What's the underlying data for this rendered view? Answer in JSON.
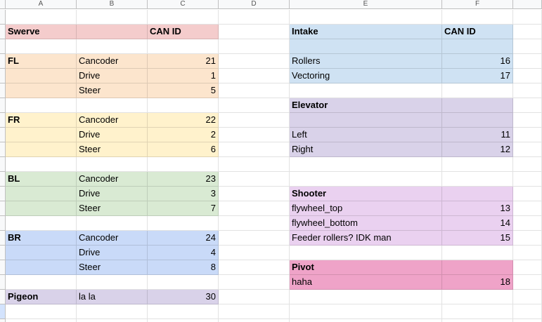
{
  "columns": [
    "A",
    "B",
    "C",
    "D",
    "E",
    "F",
    ""
  ],
  "colors": {
    "swerve_header": "#f4cccc",
    "fl": "#fce5cd",
    "fr": "#fff2cc",
    "bl": "#d9ead3",
    "br": "#c9daf8",
    "pigeon": "#d9d2e9",
    "intake": "#cfe2f3",
    "elevator": "#d9d2e9",
    "shooter": "#ead1f0",
    "pivot": "#efa3c8"
  },
  "cells": [
    {
      "r": 1,
      "c": 0,
      "text": "Swerve",
      "bold": true,
      "bg": "swerve_header"
    },
    {
      "r": 1,
      "c": 1,
      "text": "",
      "bg": "swerve_header"
    },
    {
      "r": 1,
      "c": 2,
      "text": "CAN ID",
      "bold": true,
      "bg": "swerve_header"
    },
    {
      "r": 1,
      "c": 4,
      "text": "Intake",
      "bold": true,
      "bg": "intake"
    },
    {
      "r": 1,
      "c": 5,
      "text": "CAN ID",
      "bold": true,
      "bg": "intake"
    },
    {
      "r": 2,
      "c": 4,
      "text": "",
      "bg": "intake"
    },
    {
      "r": 2,
      "c": 5,
      "text": "",
      "bg": "intake"
    },
    {
      "r": 3,
      "c": 0,
      "text": "FL",
      "bold": true,
      "bg": "fl"
    },
    {
      "r": 3,
      "c": 1,
      "text": "Cancoder",
      "bg": "fl"
    },
    {
      "r": 3,
      "c": 2,
      "text": "21",
      "num": true,
      "bg": "fl"
    },
    {
      "r": 3,
      "c": 4,
      "text": "Rollers",
      "bg": "intake"
    },
    {
      "r": 3,
      "c": 5,
      "text": "16",
      "num": true,
      "bg": "intake"
    },
    {
      "r": 4,
      "c": 0,
      "text": "",
      "bg": "fl"
    },
    {
      "r": 4,
      "c": 1,
      "text": "Drive",
      "bg": "fl"
    },
    {
      "r": 4,
      "c": 2,
      "text": "1",
      "num": true,
      "bg": "fl"
    },
    {
      "r": 4,
      "c": 4,
      "text": "Vectoring",
      "bg": "intake"
    },
    {
      "r": 4,
      "c": 5,
      "text": "17",
      "num": true,
      "bg": "intake"
    },
    {
      "r": 5,
      "c": 0,
      "text": "",
      "bg": "fl"
    },
    {
      "r": 5,
      "c": 1,
      "text": "Steer",
      "bg": "fl"
    },
    {
      "r": 5,
      "c": 2,
      "text": "5",
      "num": true,
      "bg": "fl"
    },
    {
      "r": 6,
      "c": 4,
      "text": "Elevator",
      "bold": true,
      "bg": "elevator"
    },
    {
      "r": 6,
      "c": 5,
      "text": "",
      "bg": "elevator"
    },
    {
      "r": 7,
      "c": 0,
      "text": "FR",
      "bold": true,
      "bg": "fr"
    },
    {
      "r": 7,
      "c": 1,
      "text": "Cancoder",
      "bg": "fr"
    },
    {
      "r": 7,
      "c": 2,
      "text": "22",
      "num": true,
      "bg": "fr"
    },
    {
      "r": 7,
      "c": 4,
      "text": "",
      "bg": "elevator"
    },
    {
      "r": 7,
      "c": 5,
      "text": "",
      "bg": "elevator"
    },
    {
      "r": 8,
      "c": 0,
      "text": "",
      "bg": "fr"
    },
    {
      "r": 8,
      "c": 1,
      "text": "Drive",
      "bg": "fr"
    },
    {
      "r": 8,
      "c": 2,
      "text": "2",
      "num": true,
      "bg": "fr"
    },
    {
      "r": 8,
      "c": 4,
      "text": "Left",
      "bg": "elevator"
    },
    {
      "r": 8,
      "c": 5,
      "text": "11",
      "num": true,
      "bg": "elevator"
    },
    {
      "r": 9,
      "c": 0,
      "text": "",
      "bg": "fr"
    },
    {
      "r": 9,
      "c": 1,
      "text": "Steer",
      "bg": "fr"
    },
    {
      "r": 9,
      "c": 2,
      "text": "6",
      "num": true,
      "bg": "fr"
    },
    {
      "r": 9,
      "c": 4,
      "text": "Right",
      "bg": "elevator"
    },
    {
      "r": 9,
      "c": 5,
      "text": "12",
      "num": true,
      "bg": "elevator"
    },
    {
      "r": 11,
      "c": 0,
      "text": "BL",
      "bold": true,
      "bg": "bl"
    },
    {
      "r": 11,
      "c": 1,
      "text": "Cancoder",
      "bg": "bl"
    },
    {
      "r": 11,
      "c": 2,
      "text": "23",
      "num": true,
      "bg": "bl"
    },
    {
      "r": 12,
      "c": 0,
      "text": "",
      "bg": "bl"
    },
    {
      "r": 12,
      "c": 1,
      "text": "Drive",
      "bg": "bl"
    },
    {
      "r": 12,
      "c": 2,
      "text": "3",
      "num": true,
      "bg": "bl"
    },
    {
      "r": 12,
      "c": 4,
      "text": "Shooter",
      "bold": true,
      "bg": "shooter"
    },
    {
      "r": 12,
      "c": 5,
      "text": "",
      "bg": "shooter"
    },
    {
      "r": 13,
      "c": 0,
      "text": "",
      "bg": "bl"
    },
    {
      "r": 13,
      "c": 1,
      "text": "Steer",
      "bg": "bl"
    },
    {
      "r": 13,
      "c": 2,
      "text": "7",
      "num": true,
      "bg": "bl"
    },
    {
      "r": 13,
      "c": 4,
      "text": "flywheel_top",
      "bg": "shooter"
    },
    {
      "r": 13,
      "c": 5,
      "text": "13",
      "num": true,
      "bg": "shooter"
    },
    {
      "r": 14,
      "c": 4,
      "text": "flywheel_bottom",
      "bg": "shooter"
    },
    {
      "r": 14,
      "c": 5,
      "text": "14",
      "num": true,
      "bg": "shooter"
    },
    {
      "r": 15,
      "c": 0,
      "text": "BR",
      "bold": true,
      "bg": "br"
    },
    {
      "r": 15,
      "c": 1,
      "text": "Cancoder",
      "bg": "br"
    },
    {
      "r": 15,
      "c": 2,
      "text": "24",
      "num": true,
      "bg": "br"
    },
    {
      "r": 15,
      "c": 4,
      "text": "Feeder rollers? IDK man",
      "bg": "shooter"
    },
    {
      "r": 15,
      "c": 5,
      "text": "15",
      "num": true,
      "bg": "shooter"
    },
    {
      "r": 16,
      "c": 0,
      "text": "",
      "bg": "br"
    },
    {
      "r": 16,
      "c": 1,
      "text": "Drive",
      "bg": "br"
    },
    {
      "r": 16,
      "c": 2,
      "text": "4",
      "num": true,
      "bg": "br"
    },
    {
      "r": 17,
      "c": 0,
      "text": "",
      "bg": "br"
    },
    {
      "r": 17,
      "c": 1,
      "text": "Steer",
      "bg": "br"
    },
    {
      "r": 17,
      "c": 2,
      "text": "8",
      "num": true,
      "bg": "br"
    },
    {
      "r": 17,
      "c": 4,
      "text": "Pivot",
      "bold": true,
      "bg": "pivot"
    },
    {
      "r": 17,
      "c": 5,
      "text": "",
      "bg": "pivot"
    },
    {
      "r": 18,
      "c": 4,
      "text": "haha",
      "bg": "pivot"
    },
    {
      "r": 18,
      "c": 5,
      "text": "18",
      "num": true,
      "bg": "pivot"
    },
    {
      "r": 19,
      "c": 0,
      "text": "Pigeon",
      "bold": true,
      "bg": "pigeon"
    },
    {
      "r": 19,
      "c": 1,
      "text": "la la",
      "bg": "pigeon"
    },
    {
      "r": 19,
      "c": 2,
      "text": "30",
      "num": true,
      "bg": "pigeon"
    }
  ]
}
